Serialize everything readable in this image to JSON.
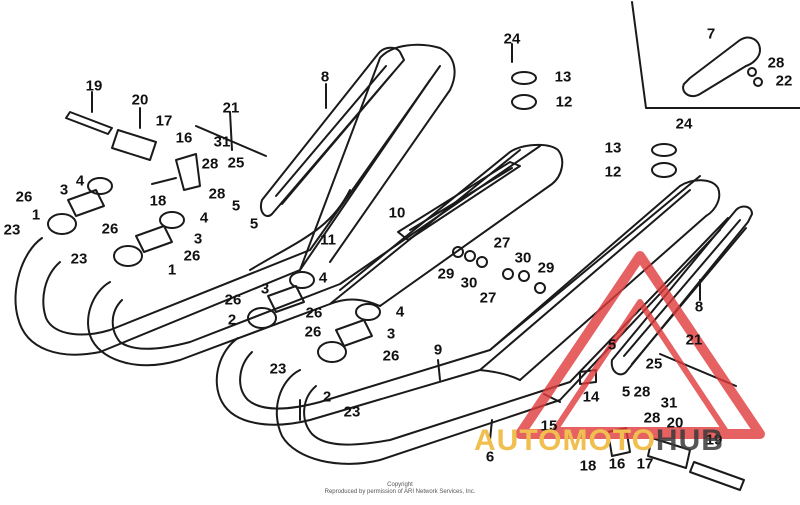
{
  "diagram": {
    "callouts": [
      {
        "id": "c19a",
        "text": "19"
      },
      {
        "id": "c20a",
        "text": "20"
      },
      {
        "id": "c17a",
        "text": "17"
      },
      {
        "id": "c16a",
        "text": "16"
      },
      {
        "id": "c28a",
        "text": "28"
      },
      {
        "id": "c31a",
        "text": "31"
      },
      {
        "id": "c21a",
        "text": "21"
      },
      {
        "id": "c8a",
        "text": "8"
      },
      {
        "id": "c24a",
        "text": "24"
      },
      {
        "id": "c13a",
        "text": "13"
      },
      {
        "id": "c12a",
        "text": "12"
      },
      {
        "id": "c7",
        "text": "7"
      },
      {
        "id": "c28b",
        "text": "28"
      },
      {
        "id": "c22",
        "text": "22"
      },
      {
        "id": "c24b",
        "text": "24"
      },
      {
        "id": "c13b",
        "text": "13"
      },
      {
        "id": "c12b",
        "text": "12"
      },
      {
        "id": "c26a",
        "text": "26"
      },
      {
        "id": "c3a",
        "text": "3"
      },
      {
        "id": "c4a",
        "text": "4"
      },
      {
        "id": "c1a",
        "text": "1"
      },
      {
        "id": "c23a",
        "text": "23"
      },
      {
        "id": "c18a",
        "text": "18"
      },
      {
        "id": "c25a",
        "text": "25"
      },
      {
        "id": "c28c",
        "text": "28"
      },
      {
        "id": "c5a",
        "text": "5"
      },
      {
        "id": "c5b",
        "text": "5"
      },
      {
        "id": "c4b",
        "text": "4"
      },
      {
        "id": "c26b",
        "text": "26"
      },
      {
        "id": "c3b",
        "text": "3"
      },
      {
        "id": "c26c",
        "text": "26"
      },
      {
        "id": "c23b",
        "text": "23"
      },
      {
        "id": "c1b",
        "text": "1"
      },
      {
        "id": "c11",
        "text": "11"
      },
      {
        "id": "c10",
        "text": "10"
      },
      {
        "id": "c27a",
        "text": "27"
      },
      {
        "id": "c30a",
        "text": "30"
      },
      {
        "id": "c29a",
        "text": "29"
      },
      {
        "id": "c29b",
        "text": "29"
      },
      {
        "id": "c30b",
        "text": "30"
      },
      {
        "id": "c27b",
        "text": "27"
      },
      {
        "id": "c4c",
        "text": "4"
      },
      {
        "id": "c26d",
        "text": "26"
      },
      {
        "id": "c3c",
        "text": "3"
      },
      {
        "id": "c26e",
        "text": "26"
      },
      {
        "id": "c2a",
        "text": "2"
      },
      {
        "id": "c4d",
        "text": "4"
      },
      {
        "id": "c26f",
        "text": "26"
      },
      {
        "id": "c3d",
        "text": "3"
      },
      {
        "id": "c23c",
        "text": "23"
      },
      {
        "id": "c26g",
        "text": "26"
      },
      {
        "id": "c2b",
        "text": "2"
      },
      {
        "id": "c23d",
        "text": "23"
      },
      {
        "id": "c9",
        "text": "9"
      },
      {
        "id": "c6",
        "text": "6"
      },
      {
        "id": "c8b",
        "text": "8"
      },
      {
        "id": "c21b",
        "text": "21"
      },
      {
        "id": "c25b",
        "text": "25"
      },
      {
        "id": "c5c",
        "text": "5"
      },
      {
        "id": "c14",
        "text": "14"
      },
      {
        "id": "c5d",
        "text": "5"
      },
      {
        "id": "c28d",
        "text": "28"
      },
      {
        "id": "c31b",
        "text": "31"
      },
      {
        "id": "c28e",
        "text": "28"
      },
      {
        "id": "c20b",
        "text": "20"
      },
      {
        "id": "c15",
        "text": "15"
      },
      {
        "id": "c19b",
        "text": "19"
      },
      {
        "id": "c18b",
        "text": "18"
      },
      {
        "id": "c16b",
        "text": "16"
      },
      {
        "id": "c17b",
        "text": "17"
      }
    ],
    "copyright_line1": "Copyright",
    "copyright_line2": "Reproduced by permission of ARI Network Services, Inc."
  },
  "watermark": {
    "part1": "AUTOMO",
    "part2": "TO",
    "part3": "HUB"
  },
  "colors": {
    "line": "#1a1a1a",
    "watermark_red": "#e03c3c",
    "watermark_gold": "#f0bf4f"
  }
}
